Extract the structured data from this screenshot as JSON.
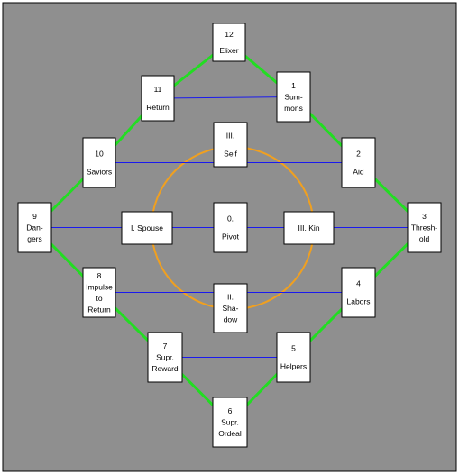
{
  "colors": {
    "background": "#8f8f8f",
    "frame": "#000000",
    "node_fill": "#ffffff",
    "node_stroke": "#000000",
    "cycle_edge": "#22dd22",
    "chord": "#1a1aee",
    "circle": "#f0a020"
  },
  "nodes": [
    {
      "id": "n12",
      "lines": [
        "12",
        "Elixer"
      ]
    },
    {
      "id": "n1",
      "lines": [
        "1",
        "Sum-",
        "mons"
      ]
    },
    {
      "id": "n11",
      "lines": [
        "11",
        "Return"
      ]
    },
    {
      "id": "nIII",
      "lines": [
        "III.",
        "Self"
      ]
    },
    {
      "id": "n10",
      "lines": [
        "10",
        "Saviors"
      ]
    },
    {
      "id": "n2",
      "lines": [
        "2",
        "Aid"
      ]
    },
    {
      "id": "n9",
      "lines": [
        "9",
        "Dan-",
        "gers"
      ]
    },
    {
      "id": "nI",
      "lines": [
        "I. Spouse"
      ]
    },
    {
      "id": "n0",
      "lines": [
        "0.",
        "Pivot"
      ]
    },
    {
      "id": "nKin",
      "lines": [
        "III. Kin"
      ]
    },
    {
      "id": "n3",
      "lines": [
        "3",
        "Thresh-",
        "old"
      ]
    },
    {
      "id": "n8",
      "lines": [
        "8",
        "Impulse",
        "to",
        "Return"
      ]
    },
    {
      "id": "nII",
      "lines": [
        "II.",
        "Sha-",
        "dow"
      ]
    },
    {
      "id": "n4",
      "lines": [
        "4",
        "Labors"
      ]
    },
    {
      "id": "n7",
      "lines": [
        "7",
        "Supr.",
        "Reward"
      ]
    },
    {
      "id": "n5",
      "lines": [
        "5",
        "Helpers"
      ]
    },
    {
      "id": "n6",
      "lines": [
        "6",
        "Supr.",
        "Ordeal"
      ]
    }
  ],
  "cycle_edges": [
    [
      "n12",
      "n1"
    ],
    [
      "n1",
      "n2"
    ],
    [
      "n2",
      "n3"
    ],
    [
      "n3",
      "n4"
    ],
    [
      "n4",
      "n5"
    ],
    [
      "n5",
      "n6"
    ],
    [
      "n6",
      "n7"
    ],
    [
      "n7",
      "n8"
    ],
    [
      "n8",
      "n9"
    ],
    [
      "n9",
      "n10"
    ],
    [
      "n10",
      "n11"
    ],
    [
      "n11",
      "n12"
    ]
  ],
  "chords": [
    [
      "n11",
      "n1"
    ],
    [
      "n10",
      "n2"
    ],
    [
      "n9",
      "n3"
    ],
    [
      "n8",
      "n4"
    ],
    [
      "n7",
      "n5"
    ]
  ]
}
